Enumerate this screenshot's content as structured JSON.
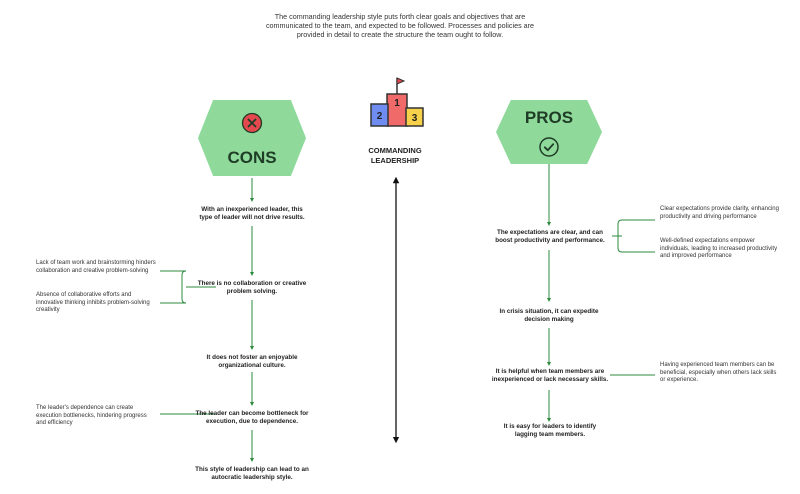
{
  "intro": "The commanding leadership style puts forth clear goals and objectives that are communicated to the team, and expected to be followed. Processes and policies are provided in detail to create the structure the team ought to follow.",
  "center": {
    "title_line1": "COMMANDING",
    "title_line2": "LEADERSHIP",
    "podium": {
      "first": "1",
      "second": "2",
      "third": "3"
    }
  },
  "cons": {
    "title": "CONS",
    "icon": "x-circle-icon",
    "color": "#8fd99a",
    "nodes": [
      "With an inexperienced leader, this type of leader will not drive results.",
      "There is no collaboration or creative problem solving.",
      "It does not foster an enjoyable organizational culture.",
      "The leader can become bottleneck for execution, due to dependence.",
      "This style of leadership can lead to an autocratic leadership style."
    ],
    "notes": [
      "Lack of team work and brainstorming hinders collaboration and creative problem-solving",
      "Absence of collaborative efforts and innovative thinking inhibits problem-solving creativity",
      "The leader's dependence can create execution bottlenecks, hindering progress and efficiency"
    ]
  },
  "pros": {
    "title": "PROS",
    "icon": "check-circle-icon",
    "color": "#8fd99a",
    "nodes": [
      "The expectations are clear, and can boost productivity and performance.",
      "In crisis situation, it can expedite decision making",
      "It is helpful when team members are inexperienced or lack necessary skills.",
      "It is easy for leaders to identify lagging team members."
    ],
    "notes": [
      "Clear expectations provide clarity, enhancing productivity and driving performance",
      "Well-defined expectations empower individuals, leading to increased productivity and improved performance",
      "Having experienced team members can be beneficial, especially when others lack skills or experience."
    ]
  }
}
